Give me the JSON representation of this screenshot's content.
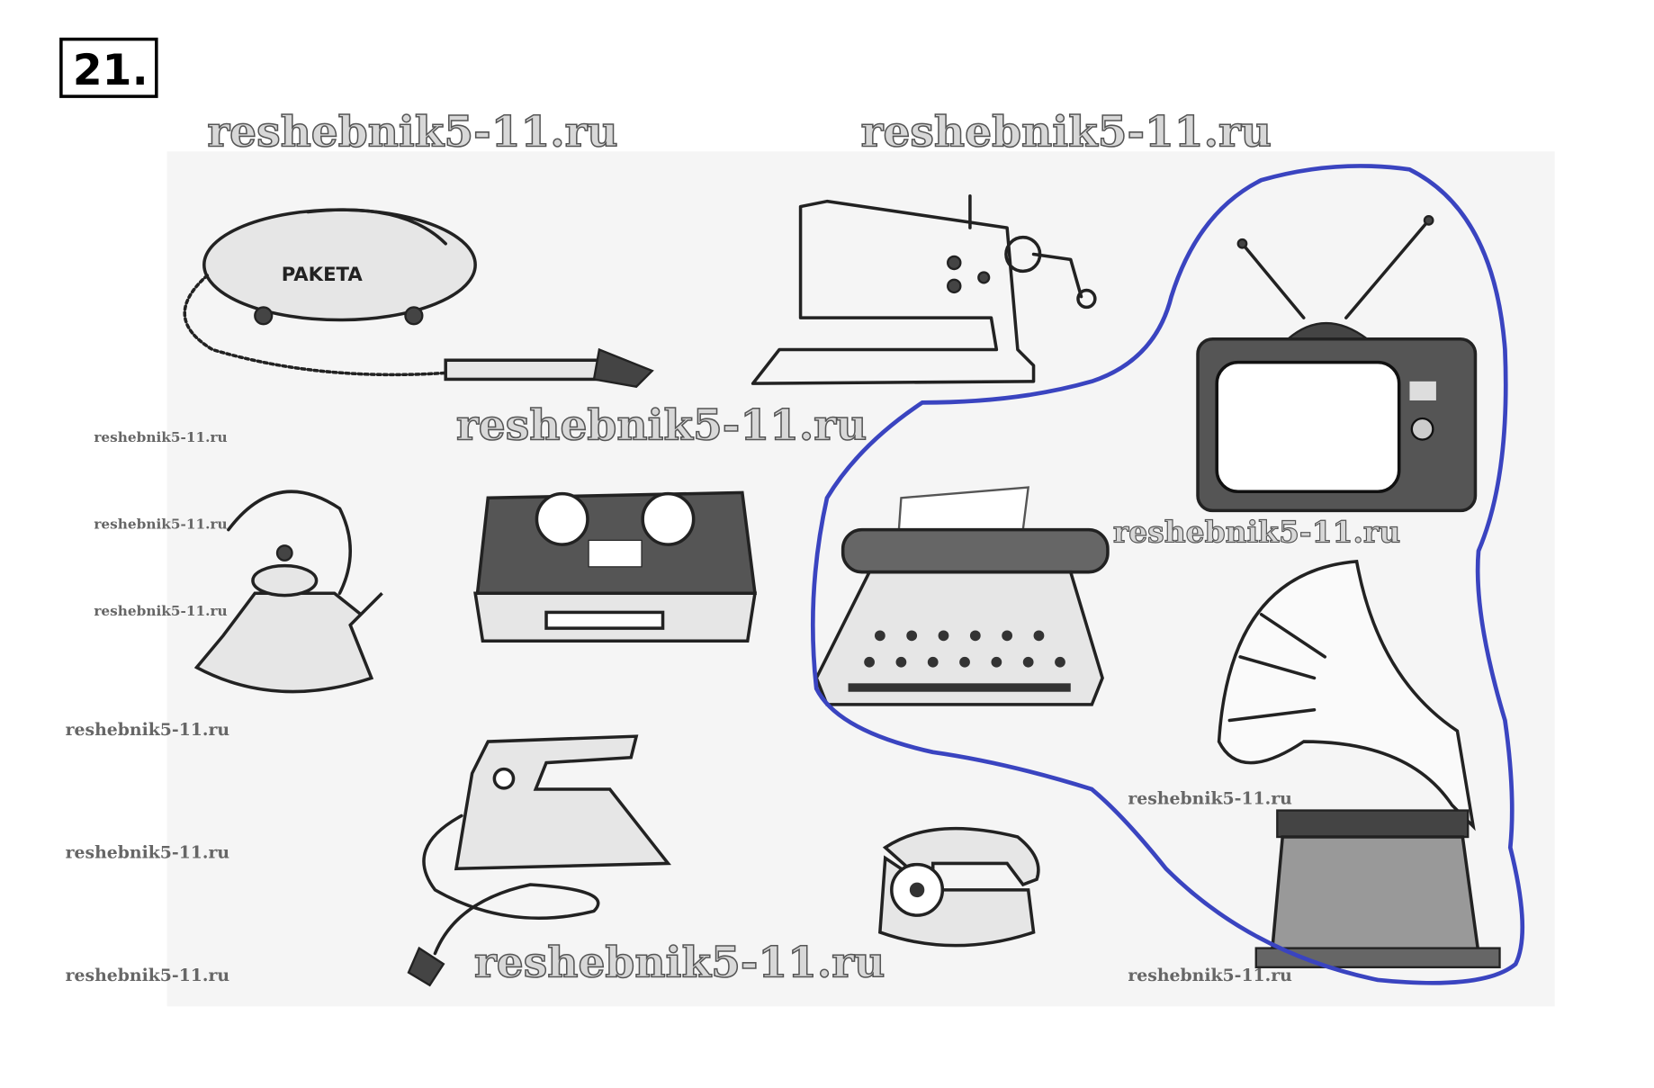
{
  "exercise": {
    "number": "21",
    "suffix": "."
  },
  "watermarks": {
    "text": "reshebnik5-11.ru"
  },
  "items": [
    {
      "name": "vacuum-cleaner",
      "label": "PAKETA",
      "selected": false
    },
    {
      "name": "sewing-machine",
      "selected": false
    },
    {
      "name": "television",
      "selected": true
    },
    {
      "name": "kettle",
      "selected": false
    },
    {
      "name": "tape-recorder",
      "selected": false
    },
    {
      "name": "typewriter",
      "selected": true
    },
    {
      "name": "iron",
      "selected": false
    },
    {
      "name": "telephone",
      "selected": false
    },
    {
      "name": "gramophone",
      "selected": true
    }
  ],
  "colors": {
    "selection_outline": "#3a44c0",
    "panel": "#f5f5f5"
  }
}
